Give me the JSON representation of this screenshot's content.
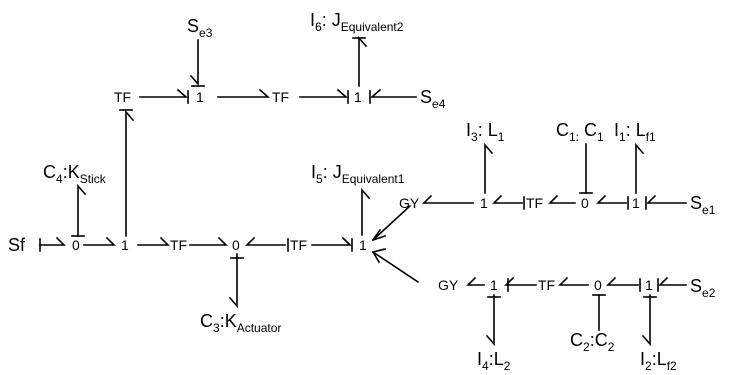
{
  "nodes": {
    "tf_top_left": "TF",
    "one_top_a": "1",
    "tf_top_mid": "TF",
    "one_top_b": "1",
    "zero_left": "0",
    "one_left": "1",
    "tf_bottom_a": "TF",
    "zero_mid": "0",
    "tf_bottom_b": "TF",
    "one_center": "1",
    "gy_upper": "GY",
    "one_upper_a": "1",
    "tf_upper": "TF",
    "zero_upper": "0",
    "one_upper_b": "1",
    "gy_lower": "GY",
    "one_lower_a": "1",
    "tf_lower": "TF",
    "zero_lower": "0",
    "one_lower_b": "1"
  },
  "elements": {
    "sf": {
      "base": "Sf",
      "sub": ""
    },
    "se3": {
      "base": "S",
      "sub": "e3"
    },
    "se4": {
      "base": "S",
      "sub": "e4"
    },
    "se1": {
      "base": "S",
      "sub": "e1"
    },
    "se2": {
      "base": "S",
      "sub": "e2"
    },
    "i6": {
      "base": "I",
      "sub": "6",
      "sep": ": J",
      "sub2": "Equivalent2"
    },
    "i5": {
      "base": "I",
      "sub": "5",
      "sep": ": J",
      "sub2": "Equivalent1"
    },
    "c4": {
      "base": "C",
      "sub": "4",
      "sep": ":K",
      "sub2": "Stick"
    },
    "c3": {
      "base": "C",
      "sub": "3",
      "sep": ":K",
      "sub2": "Actuator"
    },
    "i3": {
      "base": "I",
      "sub": "3",
      "sep": ": L",
      "sub2": "1"
    },
    "c1": {
      "base": "C",
      "sub": "1:",
      "sep": " C",
      "sub2": "1"
    },
    "i1": {
      "base": "I",
      "sub": "1",
      "sep": ": L",
      "sub2": "f1"
    },
    "i4": {
      "base": "I",
      "sub": "4",
      "sep": ":L",
      "sub2": "2"
    },
    "c2": {
      "base": "C",
      "sub": "2",
      "sep": ":C",
      "sub2": "2"
    },
    "i2": {
      "base": "I",
      "sub": "2",
      "sep": ":L",
      "sub2": "f2"
    }
  }
}
